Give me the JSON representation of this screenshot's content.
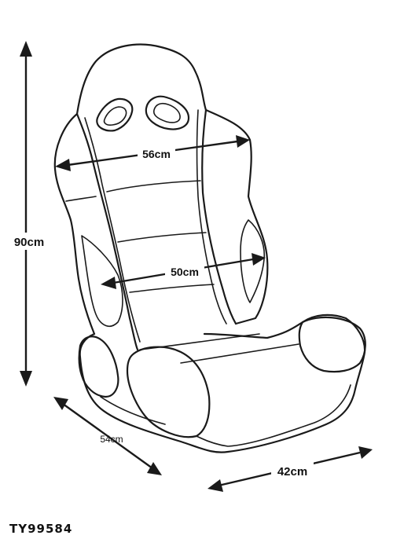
{
  "diagram": {
    "dimensions": {
      "height": "90cm",
      "shoulder_width": "56cm",
      "back_width": "50cm",
      "depth": "54cm",
      "seat_width": "42cm"
    },
    "product_code": "TY99584"
  }
}
